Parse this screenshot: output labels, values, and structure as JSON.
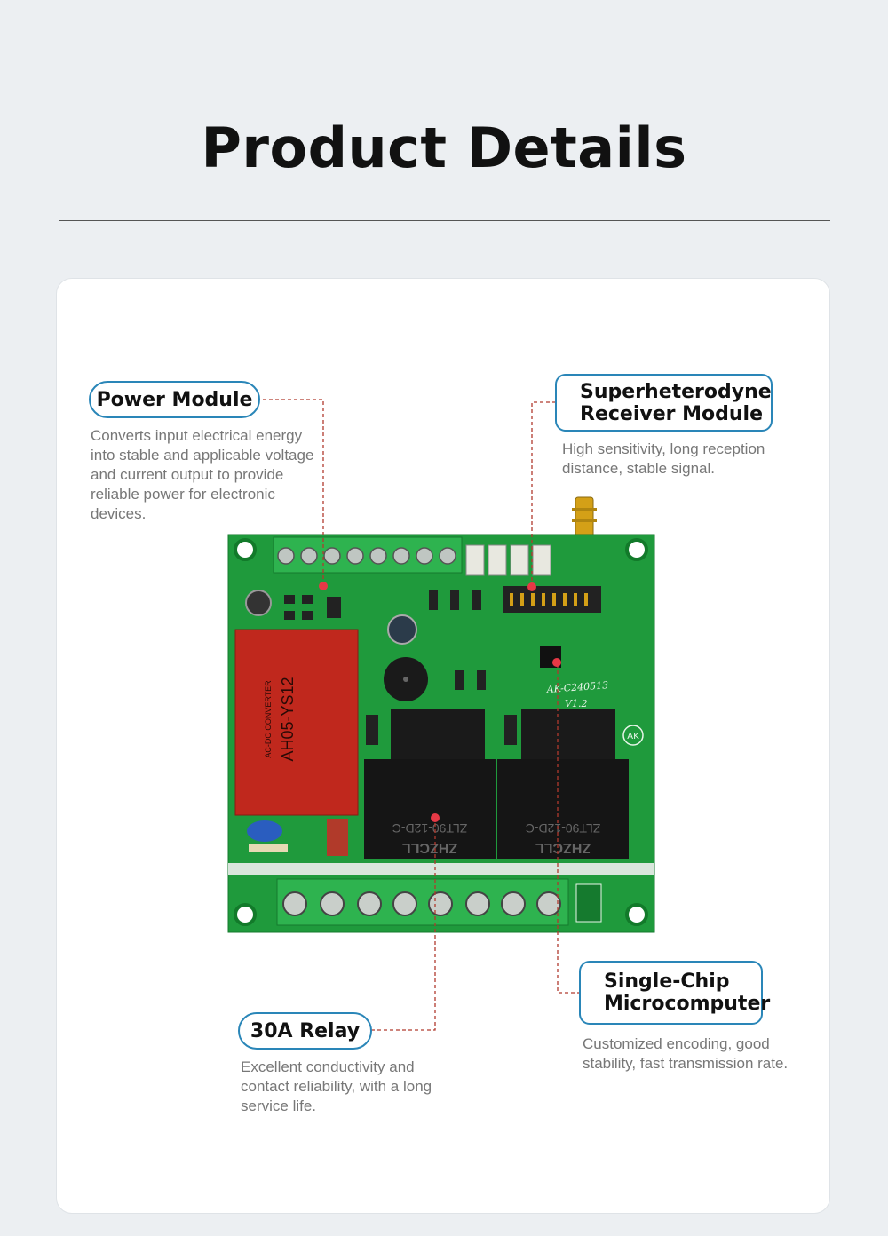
{
  "page": {
    "title": "Product Details"
  },
  "callouts": [
    {
      "id": "power",
      "label_lines": [
        "Power Module"
      ],
      "description": "Converts input electrical energy into stable and applicable voltage and current output to provide reliable power for electronic devices."
    },
    {
      "id": "receiver",
      "label_lines": [
        "Superheterodyne",
        "Receiver Module"
      ],
      "description": "High sensitivity, long reception distance, stable signal."
    },
    {
      "id": "relay",
      "label_lines": [
        "30A Relay"
      ],
      "description": "Excellent conductivity and contact reliability, with a long service life."
    },
    {
      "id": "mcu",
      "label_lines": [
        "Single-Chip",
        "Microcomputer"
      ],
      "description": "Customized encoding, good stability, fast transmission rate."
    }
  ],
  "board": {
    "power_module_text": [
      "AH05-YS12",
      "AC-DC CONVERTER"
    ],
    "relay_brand": "ZHZCLL",
    "relay_model": "ZLT90-12D-C",
    "pcb_model": "AK-C240513",
    "pcb_version": "V1.2",
    "pcb_badge": "AK"
  },
  "colors": {
    "accent": "#2a86b8",
    "pcb": "#1f9a3c",
    "leader": "#c0392b"
  }
}
